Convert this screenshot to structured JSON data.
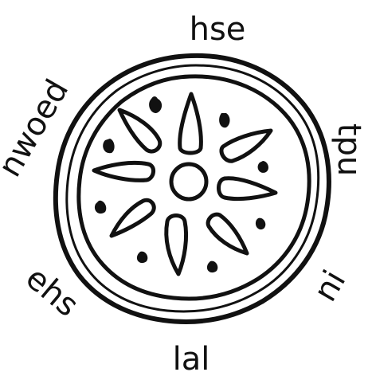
{
  "figure": {
    "labels": {
      "top": "hse",
      "upper_right": "tpu",
      "lower_right": "ni",
      "bottom": "lal",
      "lower_left": "ehs",
      "upper_left": "nwoed"
    },
    "ink_color": "#111111",
    "paper_color": "#ffffff"
  }
}
